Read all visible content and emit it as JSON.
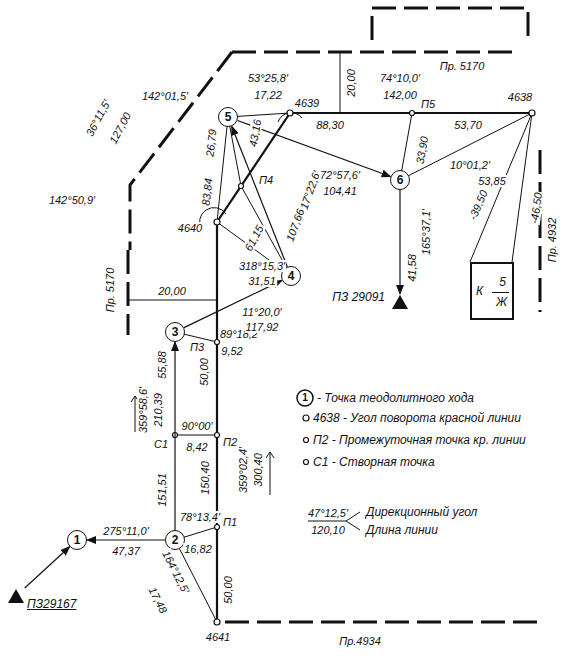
{
  "diagram": {
    "nodes": [
      {
        "text": [
          "ПЗ29167"
        ]
      },
      {
        "text": [
          "1"
        ]
      },
      {
        "text": [
          "2"
        ]
      },
      {
        "text": [
          "3"
        ]
      },
      {
        "text": [
          "4"
        ]
      },
      {
        "text": [
          "5"
        ]
      },
      {
        "text": [
          "6"
        ]
      },
      {
        "text": [
          "ПЗ 29091"
        ]
      },
      {
        "text": [
          "К",
          "5",
          "Ж"
        ]
      }
    ],
    "edges": [
      {
        "from": 0,
        "to": 1,
        "arrow": "to"
      },
      {
        "from": 2,
        "to": 1,
        "arrow": "to",
        "label": "275°11,0′"
      },
      {
        "from": 2,
        "to": 3,
        "arrow": "to",
        "label": "359°58,6′"
      },
      {
        "from": 3,
        "to": 4,
        "arrow": "to",
        "label": "11°20,0′"
      },
      {
        "from": 4,
        "to": 5,
        "arrow": "to",
        "label": "17°22,6′"
      },
      {
        "from": 5,
        "to": 6,
        "arrow": "to",
        "label": "72°57,6′"
      },
      {
        "from": 6,
        "to": 7,
        "arrow": "to",
        "label": "165°37,1′"
      }
    ],
    "labels": [
      "Пр. 5170",
      "Пр. 5170",
      "Пр. 4932",
      "Пр.4934",
      "4639",
      "4638",
      "4640",
      "4641",
      "П5",
      "П4",
      "П3",
      "П2",
      "П1",
      "С1",
      "142°01,5′",
      "142°50,9′",
      "53°25,8′",
      "17,22",
      "20,00",
      "74°10,0′",
      "142,00",
      "88,30",
      "53,70",
      "33,90",
      "10°01,2′",
      "53,85",
      "36°11,5′",
      "127,00",
      "83,84",
      "26,79",
      "43,16",
      "61,15",
      "318°15,3′",
      "31,51",
      "20,00",
      "89°18,2′",
      "9,52",
      "50,00",
      "55,88",
      "90°00′",
      "8,42",
      "151,51",
      "150,40",
      "359°02,4′",
      "300,40",
      "78°13,4′",
      "16,82",
      "164°12,5′",
      "17,48",
      "50,00",
      "41,58",
      "-39,50",
      "-46,50",
      "47,37",
      "210,39",
      "117,92",
      "107,66",
      "104,41",
      "1",
      "47°12,5′",
      "120,10"
    ],
    "legend": [
      {
        "text": "- Точка теодолитного хода"
      },
      {
        "text": "4638 - Угол поворота красной линии"
      },
      {
        "text": "П2 - Промежуточная точка кр. линии"
      },
      {
        "text": "С1 - Створная точка"
      },
      {
        "text": "Дирекционный угол"
      },
      {
        "text": "Длина линии"
      }
    ]
  }
}
